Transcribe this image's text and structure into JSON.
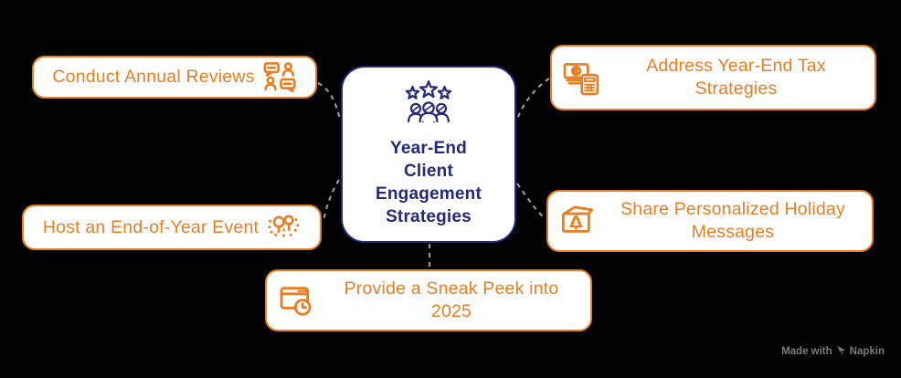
{
  "diagram_title": "Year-End Client Engagement Strategies",
  "colors": {
    "accent_orange": "#E87E23",
    "accent_navy": "#232A7A",
    "connector_gray": "#9E9E9E",
    "node_bg": "#FFFFFF",
    "watermark_gray": "#7D7D7D",
    "background": "#000000"
  },
  "center": {
    "icon": "stars-people-icon",
    "title": "Year-End Client Engagement Strategies",
    "title_lines": [
      "Year-End",
      "Client",
      "Engagement",
      "Strategies"
    ]
  },
  "nodes": [
    {
      "id": "conduct-annual-reviews",
      "label": "Conduct Annual Reviews",
      "icon": "chat-people-icon",
      "icon_side": "right"
    },
    {
      "id": "year-end-tax-strategies",
      "label": "Address Year-End Tax Strategies",
      "icon": "money-calculator-icon",
      "icon_side": "left"
    },
    {
      "id": "end-of-year-event",
      "label": "Host an End-of-Year Event",
      "icon": "balloons-icon",
      "icon_side": "right"
    },
    {
      "id": "holiday-messages",
      "label": "Share Personalized Holiday Messages",
      "icon": "holiday-card-icon",
      "icon_side": "left"
    },
    {
      "id": "sneak-peek-2025",
      "label": "Provide a Sneak Peek into 2025",
      "icon": "calendar-clock-icon",
      "icon_side": "left"
    }
  ],
  "watermark": {
    "prefix": "Made with",
    "brand": "Napkin",
    "icon": "napkin-logo-icon"
  }
}
